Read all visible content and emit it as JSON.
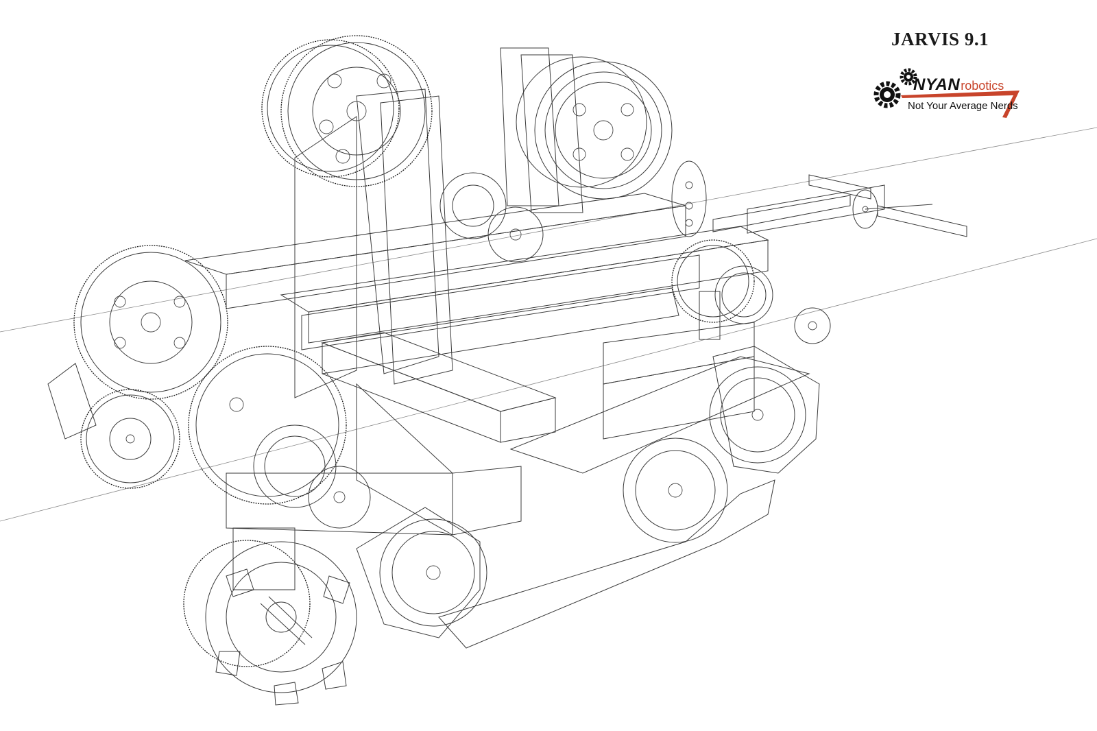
{
  "title": "JARVIS 9.1",
  "logo": {
    "brand_bold": "NYAN",
    "brand_light": "robotics",
    "tagline": "Not Your Average Nerds",
    "accent_color": "#c8442b",
    "icon": "gear-pair-icon"
  },
  "drawing": {
    "style": "wireframe-line-art",
    "line_color": "#3a3a3a",
    "background": "#ffffff"
  }
}
